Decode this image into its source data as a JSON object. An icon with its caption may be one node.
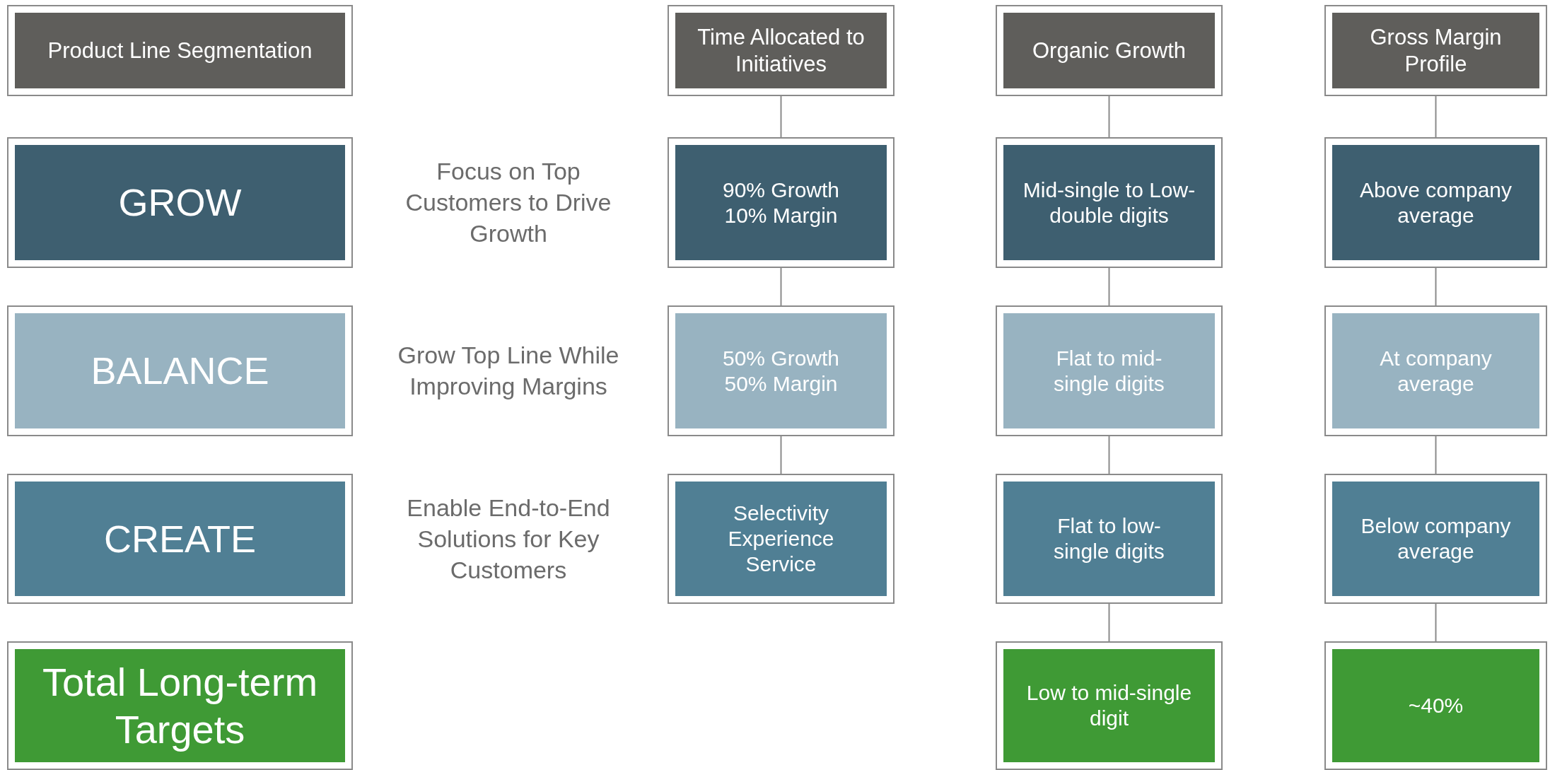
{
  "diagram": {
    "nodes": [
      {
        "text": [
          "Product Line Segmentation"
        ]
      },
      {
        "text": [
          "Time Allocated to Initiatives"
        ]
      },
      {
        "text": [
          "Organic Growth"
        ]
      },
      {
        "text": [
          "Gross Margin Profile"
        ]
      },
      {
        "text": [
          "GROW"
        ]
      },
      {
        "text": [
          "90% Growth 10% Margin"
        ]
      },
      {
        "text": [
          "Mid-single to Low-double digits"
        ]
      },
      {
        "text": [
          "Above company average"
        ]
      },
      {
        "text": [
          "BALANCE"
        ]
      },
      {
        "text": [
          "50% Growth 50% Margin"
        ]
      },
      {
        "text": [
          "Flat to mid-single digits"
        ]
      },
      {
        "text": [
          "At company average"
        ]
      },
      {
        "text": [
          "CREATE"
        ]
      },
      {
        "text": [
          "Selectivity Experience Service"
        ]
      },
      {
        "text": [
          "Flat to low-single digits"
        ]
      },
      {
        "text": [
          "Below company average"
        ]
      },
      {
        "text": [
          "Total Long-term Targets"
        ]
      },
      {
        "text": [
          "Low to mid-single digit"
        ]
      },
      {
        "text": [
          "~40%"
        ]
      }
    ],
    "edges": [
      {
        "from": 1,
        "to": 5,
        "arrow": "none"
      },
      {
        "from": 5,
        "to": 9,
        "arrow": "none"
      },
      {
        "from": 9,
        "to": 13,
        "arrow": "none"
      },
      {
        "from": 2,
        "to": 6,
        "arrow": "none"
      },
      {
        "from": 6,
        "to": 10,
        "arrow": "none"
      },
      {
        "from": 10,
        "to": 14,
        "arrow": "none"
      },
      {
        "from": 14,
        "to": 17,
        "arrow": "none"
      },
      {
        "from": 3,
        "to": 7,
        "arrow": "none"
      },
      {
        "from": 7,
        "to": 11,
        "arrow": "none"
      },
      {
        "from": 11,
        "to": 15,
        "arrow": "none"
      },
      {
        "from": 15,
        "to": 18,
        "arrow": "none"
      }
    ],
    "labels": [
      "Focus on Top Customers to Drive Growth",
      "Grow Top Line While Improving Margins",
      "Enable End-to-End Solutions for Key Customers"
    ]
  }
}
